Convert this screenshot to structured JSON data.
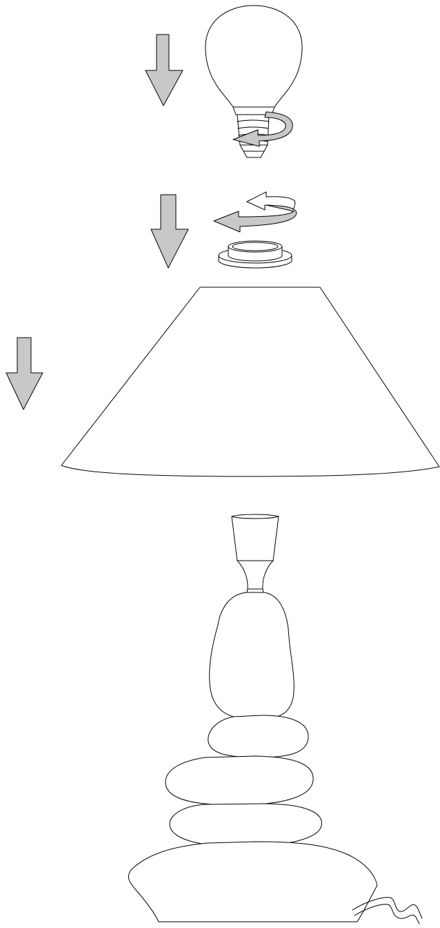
{
  "diagram": {
    "kind": "lamp-assembly-instructions",
    "steps": [
      "bulb-screw-in",
      "ring-nut-screw-on",
      "shade-lower-down",
      "lamp-base"
    ],
    "colors": {
      "line": "#000000",
      "arrow_fill": "#c8c8c8",
      "background": "#ffffff"
    },
    "icons": [
      "down-arrow-icon",
      "rotate-arrow-icon"
    ]
  }
}
